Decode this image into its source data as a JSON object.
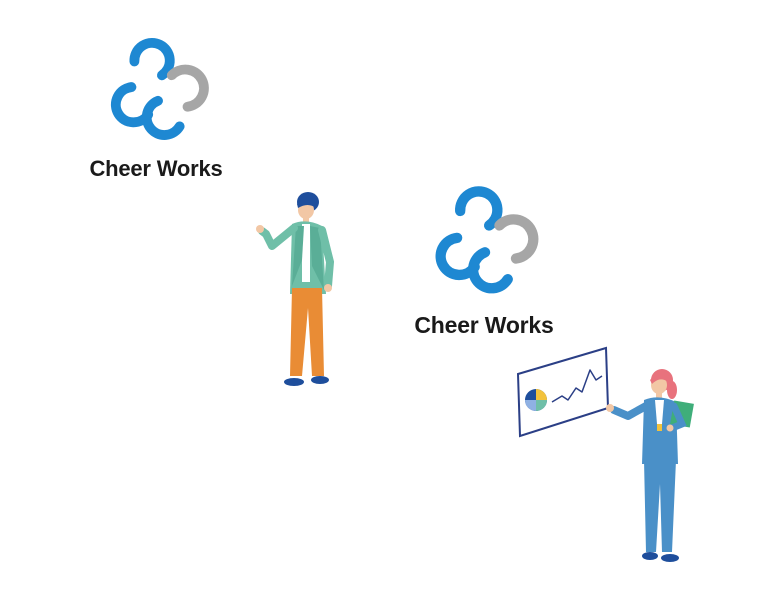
{
  "brand": {
    "name": "Cheer Works",
    "colors": {
      "blue": "#1E88D2",
      "gray": "#A6A6A6",
      "text": "#1A1A1A"
    }
  },
  "logos": [
    {
      "wordmark": "Cheer Works",
      "icon": "cheer-works-rings-icon"
    },
    {
      "wordmark": "Cheer Works",
      "icon": "cheer-works-rings-icon"
    }
  ],
  "illustrations": [
    {
      "icon": "presenting-man-illustration"
    },
    {
      "icon": "woman-presenting-chart-illustration"
    }
  ]
}
